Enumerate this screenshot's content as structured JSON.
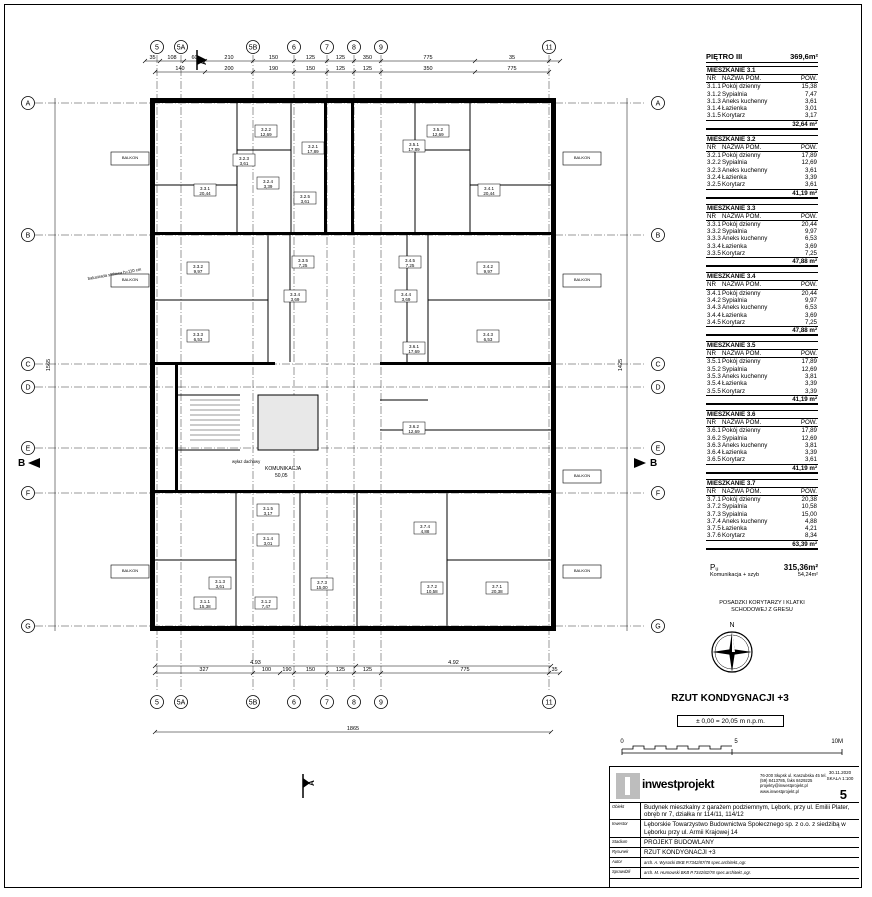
{
  "grid": {
    "columns_top": [
      "5",
      "5A",
      "5B",
      "6",
      "7",
      "8",
      "9",
      "11"
    ],
    "columns_bottom": [
      "5",
      "5A",
      "5B",
      "6",
      "7",
      "8",
      "9",
      "11"
    ],
    "rows_left": [
      "A",
      "B",
      "C",
      "D",
      "E",
      "F",
      "G"
    ],
    "rows_right": [
      "A",
      "B",
      "C",
      "D",
      "E",
      "F",
      "G"
    ]
  },
  "dimensions": {
    "top_outer": [
      "35",
      "108",
      "60",
      "210",
      "150",
      "125",
      "125",
      "350",
      "775",
      "35"
    ],
    "top_inner": [
      "140",
      "200",
      "190",
      "150",
      "125",
      "125",
      "350",
      "775"
    ],
    "left_total": "1565",
    "right_total": "1425",
    "bottom_total": "1865",
    "bottom_outer": [
      "327",
      "100",
      "190",
      "150",
      "125",
      "125",
      "775",
      "35"
    ],
    "bottom_large": [
      "4.93",
      "4.92"
    ]
  },
  "section": {
    "label": "B",
    "arrow_top": "A",
    "arrow_bottom": "A"
  },
  "rooms": [
    {
      "id": "3.1.1",
      "area": "15,38"
    },
    {
      "id": "3.1.2",
      "area": "7,47"
    },
    {
      "id": "3.1.3",
      "area": "3,61"
    },
    {
      "id": "3.1.4",
      "area": "3,01"
    },
    {
      "id": "3.1.5",
      "area": "3,17"
    },
    {
      "id": "3.2.1",
      "area": "17,89"
    },
    {
      "id": "3.2.2",
      "area": "12,69"
    },
    {
      "id": "3.2.3",
      "area": "3,61"
    },
    {
      "id": "3.2.4",
      "area": "3,39"
    },
    {
      "id": "3.2.5",
      "area": "3,61"
    },
    {
      "id": "3.3.1",
      "area": "20,44"
    },
    {
      "id": "3.3.2",
      "area": "9,97"
    },
    {
      "id": "3.3.3",
      "area": "6,53"
    },
    {
      "id": "3.3.4",
      "area": "3,69"
    },
    {
      "id": "3.3.5",
      "area": "7,25"
    },
    {
      "id": "3.4.1",
      "area": "20,44"
    },
    {
      "id": "3.4.2",
      "area": "9,97"
    },
    {
      "id": "3.4.3",
      "area": "6,53"
    },
    {
      "id": "3.4.4",
      "area": "3,69"
    },
    {
      "id": "3.4.5",
      "area": "7,25"
    },
    {
      "id": "3.5.1",
      "area": "17,89"
    },
    {
      "id": "3.5.2",
      "area": "12,69"
    },
    {
      "id": "3.6.1",
      "area": "17,69"
    },
    {
      "id": "3.6.2",
      "area": "12,69"
    },
    {
      "id": "3.7.1",
      "area": "20,38"
    },
    {
      "id": "3.7.2",
      "area": "10,58"
    },
    {
      "id": "3.7.3",
      "area": "15,00"
    },
    {
      "id": "3.7.4",
      "area": "4,88"
    }
  ],
  "balcony_label": "BALKON",
  "staircase_label": "KOMUNIKACJA",
  "staircase_area": "50,05",
  "wall_note": "wyłaz dachowy",
  "annotation": "balustrada stalowa h=110 cm",
  "legend": {
    "header": "PIĘTRO III",
    "header_area": "369,6m²",
    "col_nr": "NR",
    "col_name": "NAZWA POM.",
    "col_area": "POW.",
    "apartments": [
      {
        "title": "MIESZKANIE 3.1",
        "rows": [
          {
            "nr": "3.1.1",
            "name": "Pokój dzienny",
            "area": "15,38"
          },
          {
            "nr": "3.1.2",
            "name": "Sypialnia",
            "area": "7,47"
          },
          {
            "nr": "3.1.3",
            "name": "Aneks kuchenny",
            "area": "3,61"
          },
          {
            "nr": "3.1.4",
            "name": "Łazienka",
            "area": "3,01"
          },
          {
            "nr": "3.1.5",
            "name": "Korytarz",
            "area": "3,17"
          }
        ],
        "total": "32,64 m²"
      },
      {
        "title": "MIESZKANIE 3.2",
        "rows": [
          {
            "nr": "3.2.1",
            "name": "Pokój dzienny",
            "area": "17,89"
          },
          {
            "nr": "3.2.2",
            "name": "Sypialnia",
            "area": "12,69"
          },
          {
            "nr": "3.2.3",
            "name": "Aneks kuchenny",
            "area": "3,61"
          },
          {
            "nr": "3.2.4",
            "name": "Łazienka",
            "area": "3,39"
          },
          {
            "nr": "3.2.5",
            "name": "Korytarz",
            "area": "3,61"
          }
        ],
        "total": "41,19 m²"
      },
      {
        "title": "MIESZKANIE 3.3",
        "rows": [
          {
            "nr": "3.3.1",
            "name": "Pokój dzienny",
            "area": "20,44"
          },
          {
            "nr": "3.3.2",
            "name": "Sypialnia",
            "area": "9,97"
          },
          {
            "nr": "3.3.3",
            "name": "Aneks kuchenny",
            "area": "6,53"
          },
          {
            "nr": "3.3.4",
            "name": "Łazienka",
            "area": "3,69"
          },
          {
            "nr": "3.3.5",
            "name": "Korytarz",
            "area": "7,25"
          }
        ],
        "total": "47,88 m²"
      },
      {
        "title": "MIESZKANIE 3.4",
        "rows": [
          {
            "nr": "3.4.1",
            "name": "Pokój dzienny",
            "area": "20,44"
          },
          {
            "nr": "3.4.2",
            "name": "Sypialnia",
            "area": "9,97"
          },
          {
            "nr": "3.4.3",
            "name": "Aneks kuchenny",
            "area": "6,53"
          },
          {
            "nr": "3.4.4",
            "name": "Łazienka",
            "area": "3,69"
          },
          {
            "nr": "3.4.5",
            "name": "Korytarz",
            "area": "7,25"
          }
        ],
        "total": "47,88 m²"
      },
      {
        "title": "MIESZKANIE 3.5",
        "rows": [
          {
            "nr": "3.5.1",
            "name": "Pokój dzienny",
            "area": "17,89"
          },
          {
            "nr": "3.5.2",
            "name": "Sypialnia",
            "area": "12,69"
          },
          {
            "nr": "3.5.3",
            "name": "Aneks kuchenny",
            "area": "3,81"
          },
          {
            "nr": "3.5.4",
            "name": "Łazienka",
            "area": "3,39"
          },
          {
            "nr": "3.5.5",
            "name": "Korytarz",
            "area": "3,39"
          }
        ],
        "total": "41,19 m²"
      },
      {
        "title": "MIESZKANIE 3.6",
        "rows": [
          {
            "nr": "3.6.1",
            "name": "Pokój dzienny",
            "area": "17,89"
          },
          {
            "nr": "3.6.2",
            "name": "Sypialnia",
            "area": "12,69"
          },
          {
            "nr": "3.6.3",
            "name": "Aneks kuchenny",
            "area": "3,81"
          },
          {
            "nr": "3.6.4",
            "name": "Łazienka",
            "area": "3,39"
          },
          {
            "nr": "3.6.5",
            "name": "Korytarz",
            "area": "3,61"
          }
        ],
        "total": "41,19 m²"
      },
      {
        "title": "MIESZKANIE 3.7",
        "rows": [
          {
            "nr": "3.7.1",
            "name": "Pokój dzienny",
            "area": "20,38"
          },
          {
            "nr": "3.7.2",
            "name": "Sypialnia",
            "area": "10,58"
          },
          {
            "nr": "3.7.3",
            "name": "Sypialnia",
            "area": "15,00"
          },
          {
            "nr": "3.7.4",
            "name": "Aneks kuchenny",
            "area": "4,88"
          },
          {
            "nr": "3.7.5",
            "name": "Łazienka",
            "area": "4,21"
          },
          {
            "nr": "3.7.6",
            "name": "Korytarz",
            "area": "8,34"
          }
        ],
        "total": "63,39 m²"
      }
    ]
  },
  "usable": {
    "symbol": "Pᵤ",
    "value": "315,36m²",
    "comm_label": "Komunikacja + szyb",
    "comm_value": "54,24m²"
  },
  "note": "POSADZKI KORYTARZY I KLATKI SCHODOWEJ Z GRESU",
  "compass_label": "N",
  "drawing_title": "RZUT KONDYGNACJI +3",
  "level": "± 0,00 = 20,05 m n.p.m.",
  "scale": {
    "start": "0",
    "mid": "5",
    "end": "10M"
  },
  "title_block": {
    "company": "inwestprojekt",
    "address": "76-200 Słupsk ul. Kaszubska 45 tel.(59) 8413785, faks 8429225 projekty@inwestprojekt.pl www.inwestprojekt.pl",
    "date": "30.11.2020",
    "scale_label": "SKALA 1:100",
    "sheet_no": "5",
    "rows": [
      {
        "k": "Obiekt",
        "v": "Budynek mieszkalny z garażem podziemnym, Lębork, przy ul. Emilii Plater, obręb nr 7, działka nr 114/11, 114/12"
      },
      {
        "k": "Inwestor",
        "v": "Lęborskie Towarzystwo Budownictwa Społecznego sp. z o.o. z siedzibą w Lęborku przy ul. Armii Krajowej 14"
      },
      {
        "k": "Stadium",
        "v": "PROJEKT BUDOWLANY"
      },
      {
        "k": "Rysunek",
        "v": "RZUT KONDYGNACJI +3"
      },
      {
        "k": "Autor",
        "v": "arch. A. Wysocki   BKB P.7342/87/78 spec.architekt.,ogr."
      },
      {
        "k": "Sprawdził",
        "v": "arch. M. Humowski  BKB P.7342/82/78 spec.architekt.,ogr."
      }
    ]
  }
}
